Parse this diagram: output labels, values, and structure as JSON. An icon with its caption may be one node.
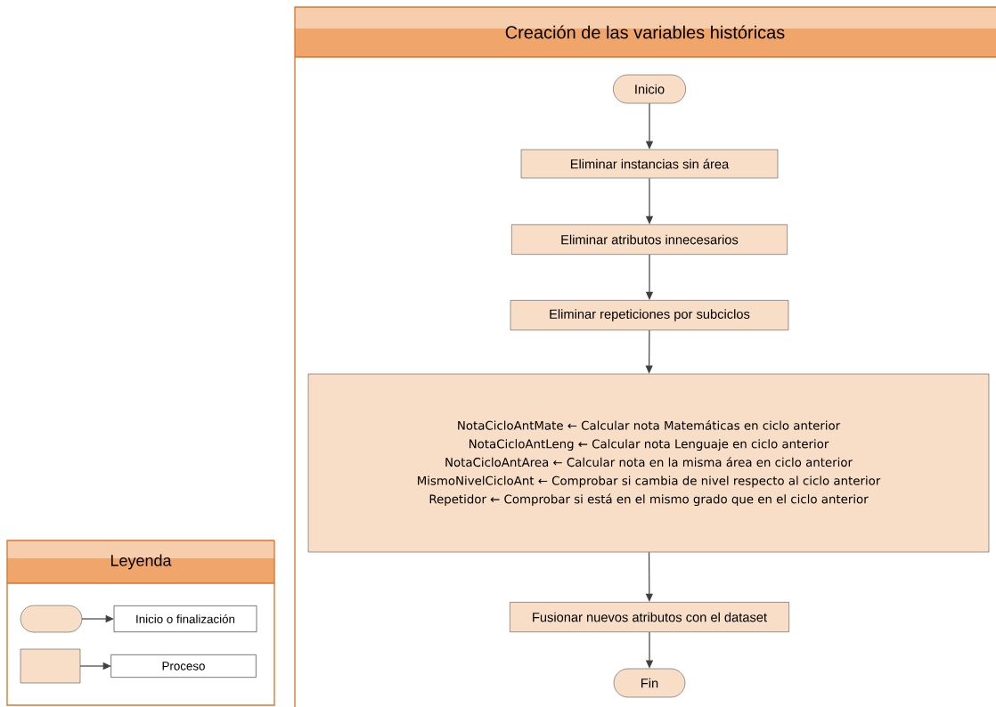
{
  "diagram": {
    "nodes": [
      {
        "text": [
          "Creación de las variables históricas"
        ]
      },
      {
        "text": [
          "Inicio"
        ],
        "in": 0
      },
      {
        "text": [
          "Eliminar instancias sin área"
        ],
        "in": 0
      },
      {
        "text": [
          "Eliminar atributos innecesarios"
        ],
        "in": 0
      },
      {
        "text": [
          "Eliminar repeticiones por subciclos"
        ],
        "in": 0
      },
      {
        "text": [
          "NotaCicloAntMate ← Calcular nota Matemáticas en ciclo anterior",
          "NotaCicloAntLeng ← Calcular nota Lenguaje en ciclo anterior",
          "NotaCicloAntArea ← Calcular nota en la misma área en ciclo anterior",
          "MismoNivelCicloAnt ← Comprobar si cambia de nivel respecto al ciclo anterior",
          "Repetidor ← Comprobar si está en el mismo grado que en el ciclo anterior"
        ],
        "in": 0
      },
      {
        "text": [
          "Fusionar nuevos atributos con el dataset"
        ],
        "in": 0
      },
      {
        "text": [
          "Fin"
        ],
        "in": 0
      },
      {
        "text": [
          "Leyenda"
        ]
      }
    ],
    "edges": [
      {
        "from": 1,
        "to": 2,
        "arrow": "to"
      },
      {
        "from": 2,
        "to": 3,
        "arrow": "to"
      },
      {
        "from": 3,
        "to": 4,
        "arrow": "to"
      },
      {
        "from": 4,
        "to": 5,
        "arrow": "to"
      },
      {
        "from": 5,
        "to": 6,
        "arrow": "to"
      },
      {
        "from": 6,
        "to": 7,
        "arrow": "to"
      }
    ],
    "legend": [
      {
        "text": "Inicio o finalización"
      },
      {
        "text": "Proceso"
      }
    ]
  }
}
